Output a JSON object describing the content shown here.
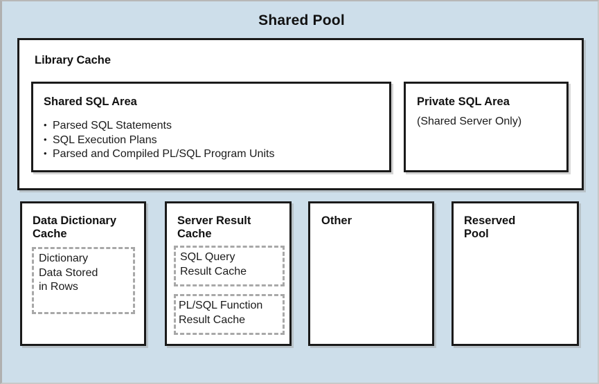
{
  "diagram": {
    "title": "Shared Pool",
    "background_color": "#cddeea",
    "box_border_color": "#1a1a1a",
    "dashed_border_color": "#a8a8a8"
  },
  "library_cache": {
    "label": "Library Cache",
    "shared_sql_area": {
      "label": "Shared SQL Area",
      "items": [
        "Parsed SQL Statements",
        "SQL Execution Plans",
        "Parsed and Compiled PL/SQL Program Units"
      ]
    },
    "private_sql_area": {
      "label": "Private SQL Area",
      "note": "(Shared Server Only)"
    }
  },
  "bottom_row": {
    "data_dictionary_cache": {
      "label": "Data Dictionary\nCache",
      "inner": "Dictionary\nData Stored\nin Rows"
    },
    "server_result_cache": {
      "label": "Server Result\nCache",
      "inner_1": "SQL Query\nResult Cache",
      "inner_2": "PL/SQL Function\nResult Cache"
    },
    "other": {
      "label": "Other"
    },
    "reserved_pool": {
      "label": "Reserved\nPool"
    }
  }
}
